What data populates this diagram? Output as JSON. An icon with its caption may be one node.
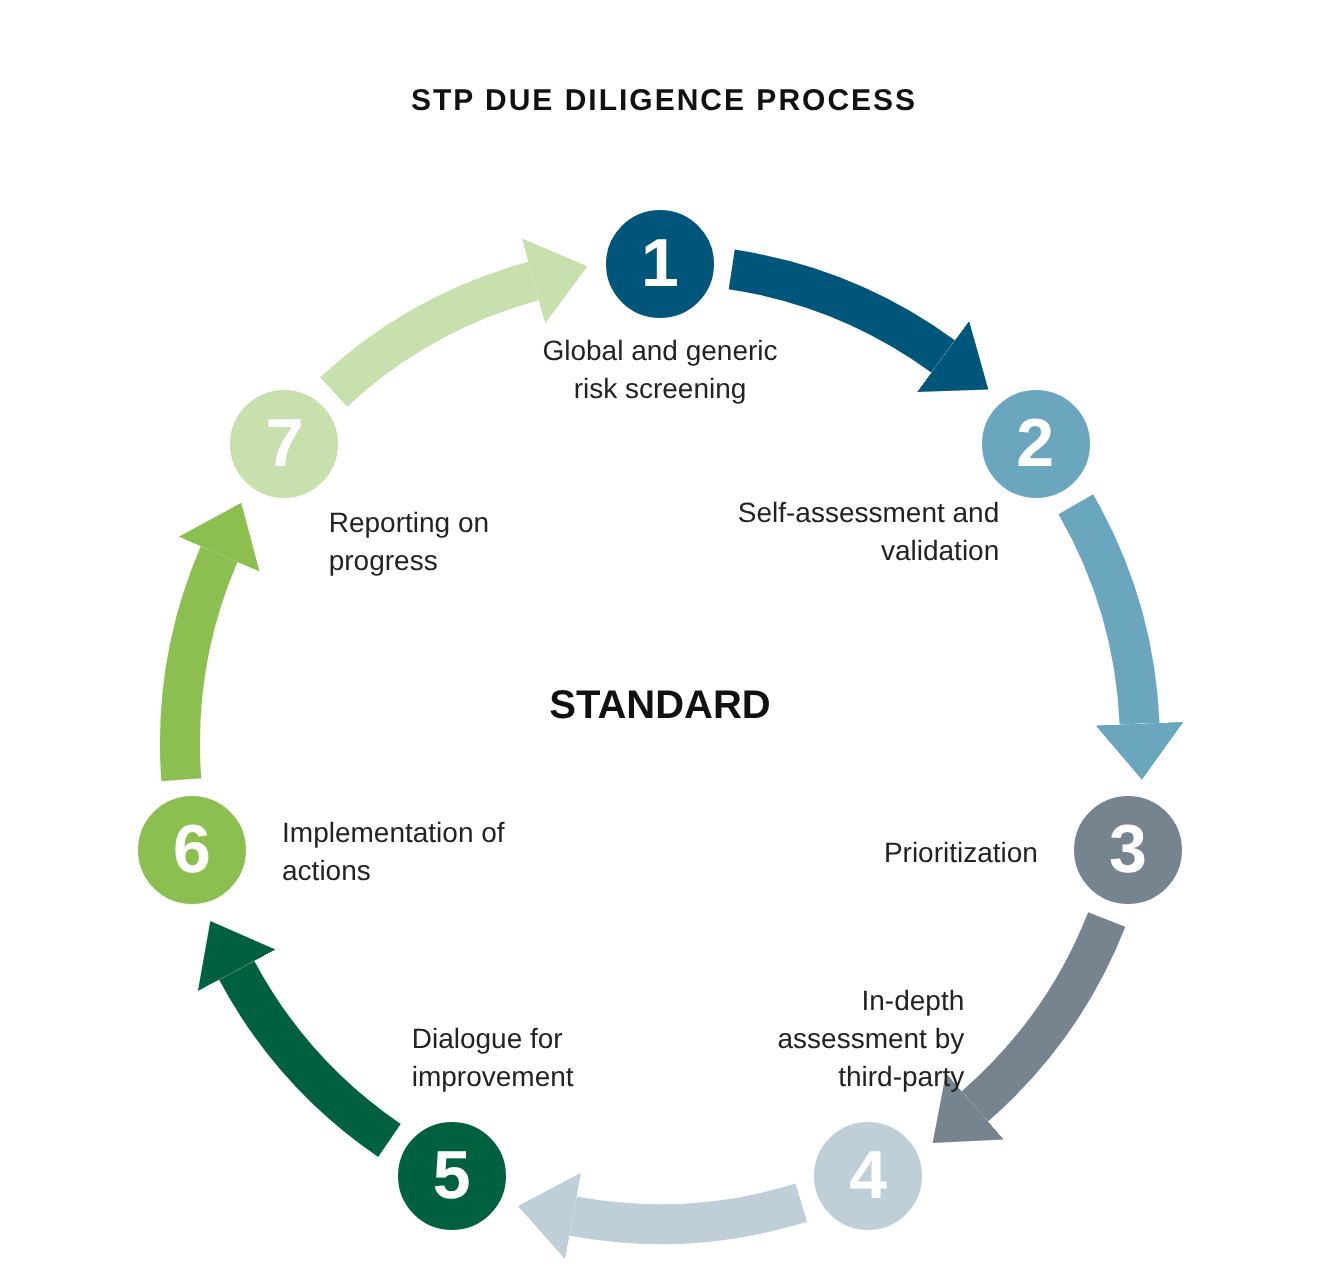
{
  "diagram": {
    "title": "STP DUE DILIGENCE PROCESS",
    "nodes": [
      {
        "text": [
          "1"
        ],
        "beside": [
          "Global and generic risk screening"
        ]
      },
      {
        "text": [
          "2"
        ],
        "beside": [
          "Self-assessment and validation"
        ]
      },
      {
        "text": [
          "3"
        ],
        "beside": [
          "Prioritization"
        ]
      },
      {
        "text": [
          "4"
        ],
        "beside": [
          "In-depth assessment by third-party"
        ]
      },
      {
        "text": [
          "5"
        ],
        "beside": [
          "Dialogue for improvement"
        ]
      },
      {
        "text": [
          "6"
        ],
        "beside": [
          "Implementation of actions"
        ]
      },
      {
        "text": [
          "7"
        ],
        "beside": [
          "Reporting on progress"
        ]
      }
    ],
    "edges": [
      {
        "from": 0,
        "to": 1,
        "arrow": "to",
        "color": "#00557a"
      },
      {
        "from": 1,
        "to": 2,
        "arrow": "to",
        "color": "#6aa7bf"
      },
      {
        "from": 2,
        "to": 3,
        "arrow": "to",
        "color": "#76848f"
      },
      {
        "from": 3,
        "to": 4,
        "arrow": "to",
        "color": "#bfcfd8"
      },
      {
        "from": 4,
        "to": 5,
        "arrow": "to",
        "color": "#00613f"
      },
      {
        "from": 5,
        "to": 6,
        "arrow": "to",
        "color": "#8cbf4f"
      },
      {
        "from": 6,
        "to": 0,
        "arrow": "to",
        "color": "#c8dfae"
      }
    ],
    "labels": [
      "STANDARD"
    ]
  }
}
